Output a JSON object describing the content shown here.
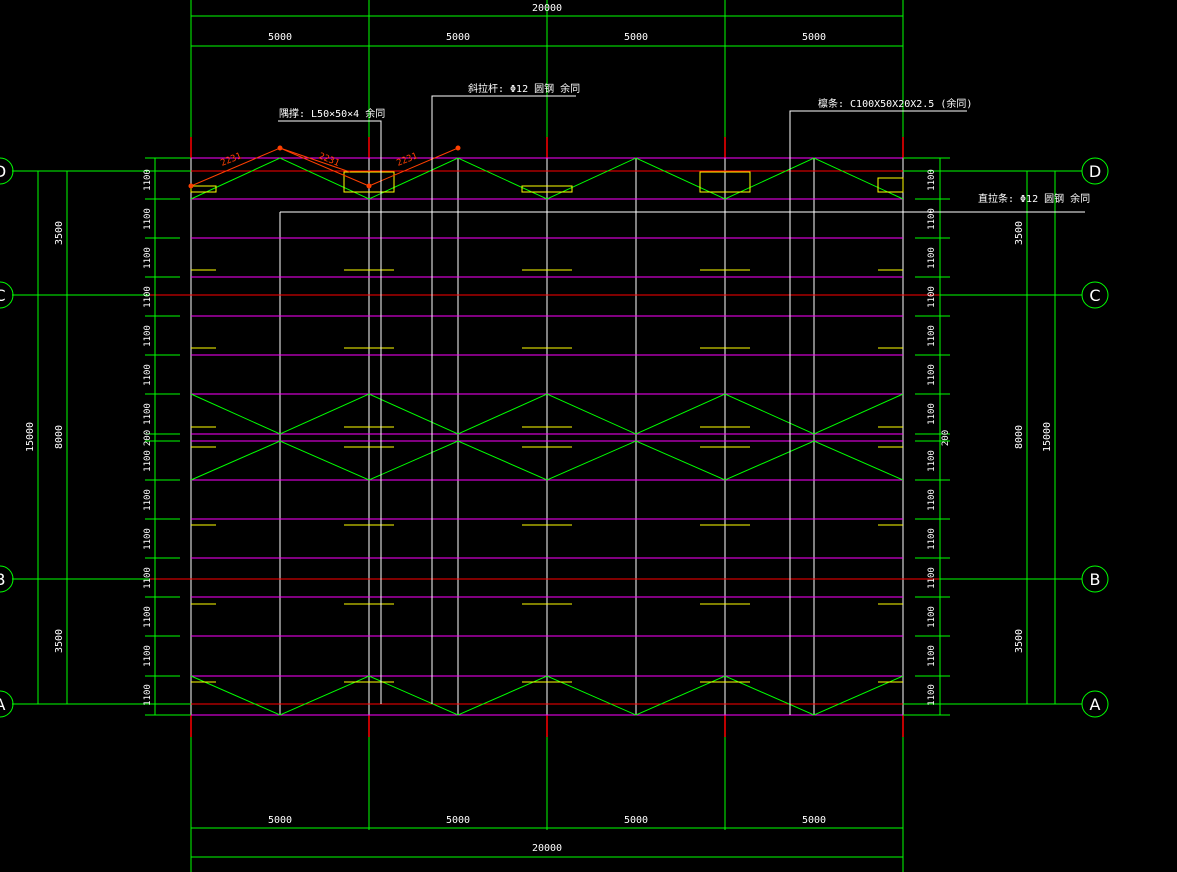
{
  "top_dims": {
    "total": "20000",
    "bays": [
      "5000",
      "5000",
      "5000",
      "5000"
    ]
  },
  "bottom_dims": {
    "total": "20000",
    "bays": [
      "5000",
      "5000",
      "5000",
      "5000"
    ]
  },
  "left_dims": {
    "overall": "15000",
    "segments": [
      "3500",
      "8000",
      "3500"
    ],
    "spacings": [
      "1100",
      "1100",
      "1100",
      "1100",
      "1100",
      "1100",
      "1100",
      "200",
      "1100",
      "1100",
      "1100",
      "1100",
      "1100",
      "1100",
      "1100"
    ]
  },
  "right_dims": {
    "overall": "15000",
    "segments": [
      "3500",
      "8000",
      "3500"
    ],
    "spacings": [
      "1100",
      "1100",
      "1100",
      "1100",
      "1100",
      "1100",
      "1100",
      "200",
      "1100",
      "1100",
      "1100",
      "1100",
      "1100",
      "1100",
      "1100"
    ]
  },
  "axes": [
    "D",
    "C",
    "B",
    "A"
  ],
  "annotations": {
    "brace": "隅撑: L50×50×4    余同",
    "diag_rod": "斜拉杆: Φ12 圆钢 余同",
    "purlin": "檩条: C100X50X20X2.5    (余同)",
    "straight_rod": "直拉条: Φ12 圆钢 余同",
    "brace_len_1": "2231",
    "brace_len_2": "2231",
    "brace_len_3": "2231"
  },
  "colors": {
    "background": "#000000",
    "dimension": "#00ff00",
    "grid_column": "#ffffff",
    "axis_beam": "#ff0000",
    "purlin": "#ff00ff",
    "brace_zigzag": "#00ff00",
    "tie_rod": "#ffff00",
    "corner_brace": "#ff4000",
    "text": "#ffffff"
  }
}
